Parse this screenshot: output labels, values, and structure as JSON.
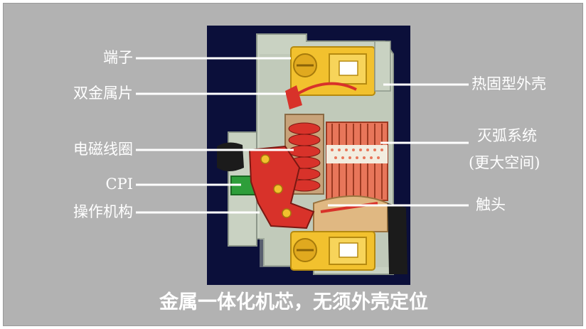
{
  "labels_left": [
    "端子",
    "双金属片",
    "电磁线圈",
    "CPI",
    "操作机构"
  ],
  "labels_right": [
    "热固型外壳",
    "灭弧系统",
    "(更大空间)",
    "触头"
  ],
  "caption": "金属一体化机芯，无须外壳定位",
  "colors": {
    "background": "#b2b2b2",
    "photo_background": "#0b0f3a",
    "housing": "#c9d2c2",
    "terminal": "#f2c12e",
    "coil": "#d8322a",
    "arc_chute": "#e8765a",
    "text": "#ffffff"
  }
}
